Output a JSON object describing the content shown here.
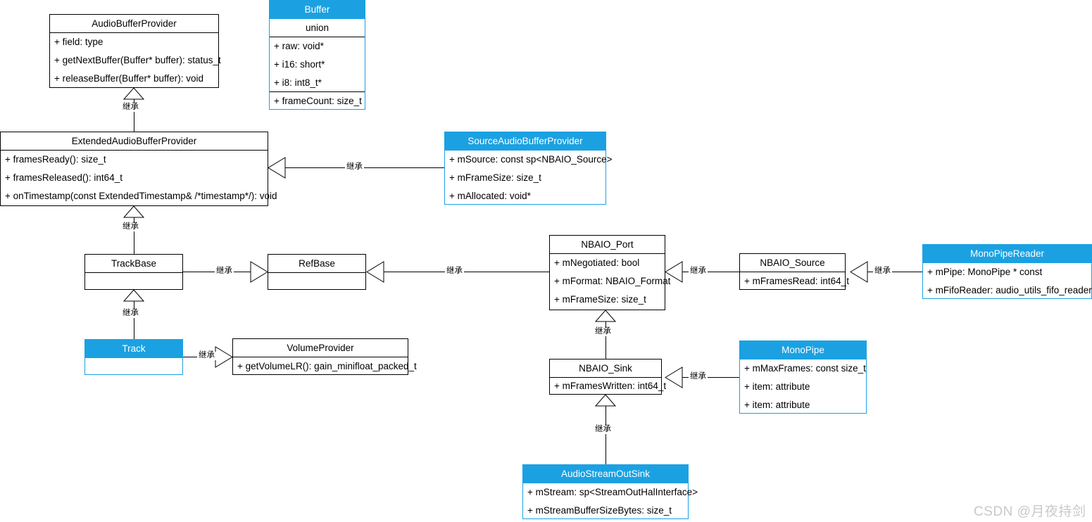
{
  "diagram": {
    "type": "uml-class-diagram",
    "title": "Android AudioFlinger NBAIO class hierarchy",
    "accent_color": "#1ba1e2",
    "line_color": "#000000",
    "background_color": "#ffffff",
    "relation_label": "继承",
    "watermark": "CSDN @月夜持剑"
  },
  "classes": [
    {
      "id": "AudioBufferProvider",
      "name": "AudioBufferProvider",
      "highlighted": false,
      "sections": [
        {
          "rows": [
            "+ field: type",
            "+ getNextBuffer(Buffer* buffer): status_t",
            "+ releaseBuffer(Buffer* buffer): void"
          ]
        }
      ]
    },
    {
      "id": "Buffer",
      "name": "Buffer",
      "highlighted": true,
      "sections": [
        {
          "rows": [
            "union"
          ],
          "centered": true
        },
        {
          "rows": [
            "+ raw: void*",
            "+ i16: short*",
            "+ i8: int8_t*"
          ]
        },
        {
          "rows": [
            "+ frameCount: size_t"
          ]
        }
      ]
    },
    {
      "id": "ExtendedAudioBufferProvider",
      "name": "ExtendedAudioBufferProvider",
      "highlighted": false,
      "sections": [
        {
          "rows": [
            "+ framesReady(): size_t",
            "+ framesReleased(): int64_t",
            "+ onTimestamp(const ExtendedTimestamp& /*timestamp*/): void"
          ]
        }
      ]
    },
    {
      "id": "SourceAudioBufferProvider",
      "name": "SourceAudioBufferProvider",
      "highlighted": true,
      "sections": [
        {
          "rows": [
            "+ mSource: const sp<NBAIO_Source>",
            "+ mFrameSize: size_t",
            "+ mAllocated: void*"
          ]
        }
      ]
    },
    {
      "id": "TrackBase",
      "name": "TrackBase",
      "highlighted": false,
      "sections": [
        {
          "rows": [
            ""
          ]
        }
      ]
    },
    {
      "id": "RefBase",
      "name": "RefBase",
      "highlighted": false,
      "sections": [
        {
          "rows": [
            ""
          ]
        }
      ]
    },
    {
      "id": "Track",
      "name": "Track",
      "highlighted": true,
      "sections": [
        {
          "rows": [
            ""
          ]
        }
      ]
    },
    {
      "id": "VolumeProvider",
      "name": "VolumeProvider",
      "highlighted": false,
      "sections": [
        {
          "rows": [
            "+ getVolumeLR(): gain_minifloat_packed_t"
          ]
        }
      ]
    },
    {
      "id": "NBAIO_Port",
      "name": "NBAIO_Port",
      "highlighted": false,
      "sections": [
        {
          "rows": [
            "+ mNegotiated: bool",
            "+ mFormat: NBAIO_Format",
            "+ mFrameSize: size_t"
          ]
        }
      ]
    },
    {
      "id": "NBAIO_Source",
      "name": "NBAIO_Source",
      "highlighted": false,
      "sections": [
        {
          "rows": [
            "+ mFramesRead: int64_t"
          ]
        }
      ]
    },
    {
      "id": "MonoPipeReader",
      "name": "MonoPipeReader",
      "highlighted": true,
      "sections": [
        {
          "rows": [
            "+ mPipe: MonoPipe * const",
            "+ mFifoReader: audio_utils_fifo_reader"
          ]
        }
      ]
    },
    {
      "id": "NBAIO_Sink",
      "name": "NBAIO_Sink",
      "highlighted": false,
      "sections": [
        {
          "rows": [
            "+ mFramesWritten: int64_t"
          ]
        }
      ]
    },
    {
      "id": "MonoPipe",
      "name": "MonoPipe",
      "highlighted": true,
      "sections": [
        {
          "rows": [
            "+ mMaxFrames: const size_t",
            "+ item: attribute",
            "+ item: attribute"
          ]
        }
      ]
    },
    {
      "id": "AudioStreamOutSink",
      "name": "AudioStreamOutSink",
      "highlighted": true,
      "sections": [
        {
          "rows": [
            "+ mStream: sp<StreamOutHalInterface>",
            "+ mStreamBufferSizeBytes: size_t"
          ]
        }
      ]
    }
  ],
  "relations": [
    {
      "id": "r1",
      "from": "ExtendedAudioBufferProvider",
      "to": "AudioBufferProvider",
      "label": "继承"
    },
    {
      "id": "r2",
      "from": "SourceAudioBufferProvider",
      "to": "ExtendedAudioBufferProvider",
      "label": "继承"
    },
    {
      "id": "r3",
      "from": "TrackBase",
      "to": "ExtendedAudioBufferProvider",
      "label": "继承"
    },
    {
      "id": "r4",
      "from": "TrackBase",
      "to": "RefBase",
      "label": "继承"
    },
    {
      "id": "r5",
      "from": "Track",
      "to": "TrackBase",
      "label": "继承"
    },
    {
      "id": "r6",
      "from": "Track",
      "to": "VolumeProvider",
      "label": "继承"
    },
    {
      "id": "r7",
      "from": "NBAIO_Port",
      "to": "RefBase",
      "label": "继承"
    },
    {
      "id": "r8",
      "from": "NBAIO_Source",
      "to": "NBAIO_Port",
      "label": "继承"
    },
    {
      "id": "r9",
      "from": "MonoPipeReader",
      "to": "NBAIO_Source",
      "label": "继承"
    },
    {
      "id": "r10",
      "from": "NBAIO_Sink",
      "to": "NBAIO_Port",
      "label": "继承"
    },
    {
      "id": "r11",
      "from": "MonoPipe",
      "to": "NBAIO_Sink",
      "label": "继承"
    },
    {
      "id": "r12",
      "from": "AudioStreamOutSink",
      "to": "NBAIO_Sink",
      "label": "继承"
    }
  ],
  "labels": {
    "l1": "继承",
    "l2": "继承",
    "l3": "继承",
    "l4": "继承",
    "l5": "继承",
    "l6": "继承",
    "l7": "继承",
    "l8": "继承",
    "l9": "继承",
    "l10": "继承",
    "l11": "继承",
    "l12": "继承"
  }
}
